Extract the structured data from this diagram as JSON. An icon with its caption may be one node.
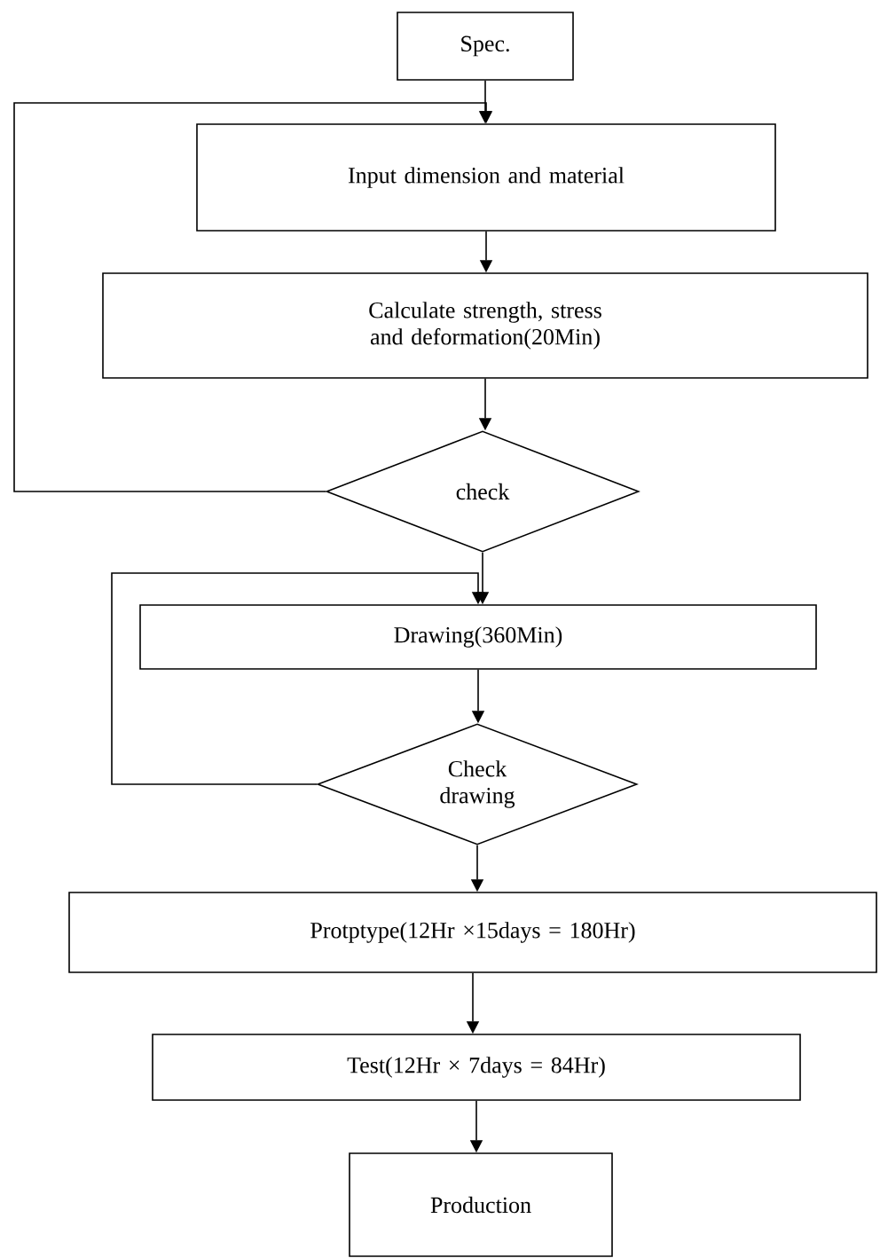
{
  "diagram": {
    "nodes": [
      {
        "text": [
          "Spec."
        ]
      },
      {
        "text": [
          "Input dimension and material"
        ]
      },
      {
        "text": [
          "Calculate strength, stress and deformation(20Min)"
        ]
      },
      {
        "text": [
          "check"
        ]
      },
      {
        "text": [
          "Drawing(360Min)"
        ]
      },
      {
        "text": [
          "Check drawing"
        ]
      },
      {
        "text": [
          "Protptype(12Hr ×15days = 180Hr)"
        ]
      },
      {
        "text": [
          "Test(12Hr × 7days = 84Hr)"
        ]
      },
      {
        "text": [
          "Production"
        ]
      }
    ],
    "edges": [
      {
        "from": 0,
        "to": 1,
        "arrow": "to"
      },
      {
        "from": 1,
        "to": 2,
        "arrow": "to"
      },
      {
        "from": 2,
        "to": 3,
        "arrow": "to"
      },
      {
        "from": 3,
        "to": 1,
        "arrow": "to"
      },
      {
        "from": 3,
        "to": 4,
        "arrow": "to"
      },
      {
        "from": 4,
        "to": 5,
        "arrow": "to"
      },
      {
        "from": 5,
        "to": 4,
        "arrow": "to"
      },
      {
        "from": 5,
        "to": 6,
        "arrow": "to"
      },
      {
        "from": 6,
        "to": 7,
        "arrow": "to"
      },
      {
        "from": 7,
        "to": 8,
        "arrow": "to"
      }
    ]
  }
}
